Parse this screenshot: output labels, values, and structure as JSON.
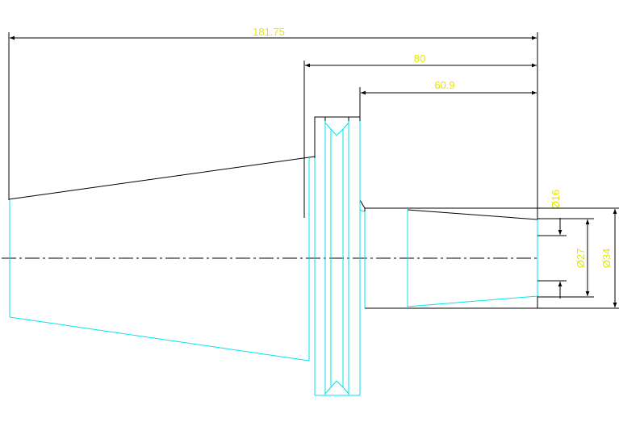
{
  "dimensions": {
    "overall_length": "181.75",
    "length_80": "80",
    "length_60_9": "60.9",
    "dia_16": "Ø16",
    "dia_27": "Ø27",
    "dia_34": "Ø34"
  },
  "colors": {
    "outline": "#000000",
    "hidden_profile": "#00e5ee",
    "dimension_text": "#e6e600",
    "background": "#ffffff"
  }
}
